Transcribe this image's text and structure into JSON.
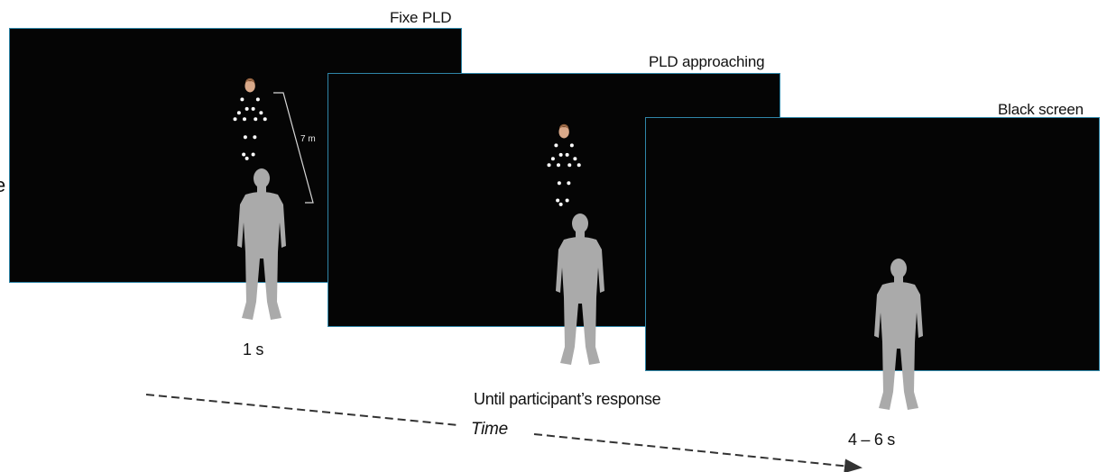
{
  "edge_letter": "e",
  "screens": [
    {
      "title": "Fixe PLD",
      "duration": "1 s",
      "distance_label": "7 m"
    },
    {
      "title": "PLD approaching",
      "duration": "Until participant’s response"
    },
    {
      "title": "Black screen",
      "duration": "4 – 6 s"
    }
  ],
  "timeline": {
    "label": "Time"
  },
  "colors": {
    "screen_fill": "#050505",
    "screen_border": "#2f86a8",
    "silhouette": "#aaaaaa",
    "marker": "#ffffff"
  }
}
